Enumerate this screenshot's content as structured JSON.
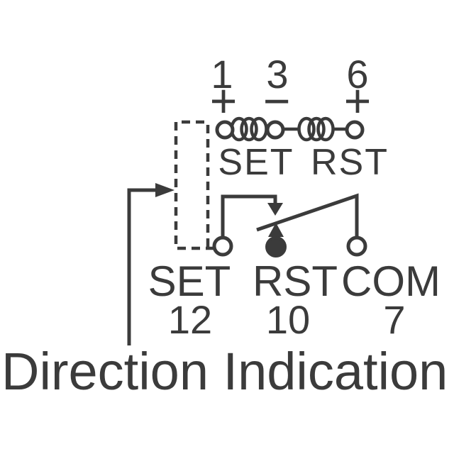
{
  "schematic": {
    "coil_section": {
      "terminals": [
        {
          "pin": "1",
          "polarity": "+"
        },
        {
          "pin": "3",
          "polarity": "−"
        },
        {
          "pin": "6",
          "polarity": "+"
        }
      ],
      "set_coil_label": "SET",
      "rst_coil_label": "RST"
    },
    "contact_section": {
      "terminals": [
        {
          "label": "SET",
          "pin": "12"
        },
        {
          "label": "RST",
          "pin": "10"
        },
        {
          "label": "COM",
          "pin": "7"
        }
      ]
    },
    "caption": "Direction Indication",
    "colors": {
      "stroke": "#3b3b3b",
      "background": "#ffffff"
    }
  }
}
